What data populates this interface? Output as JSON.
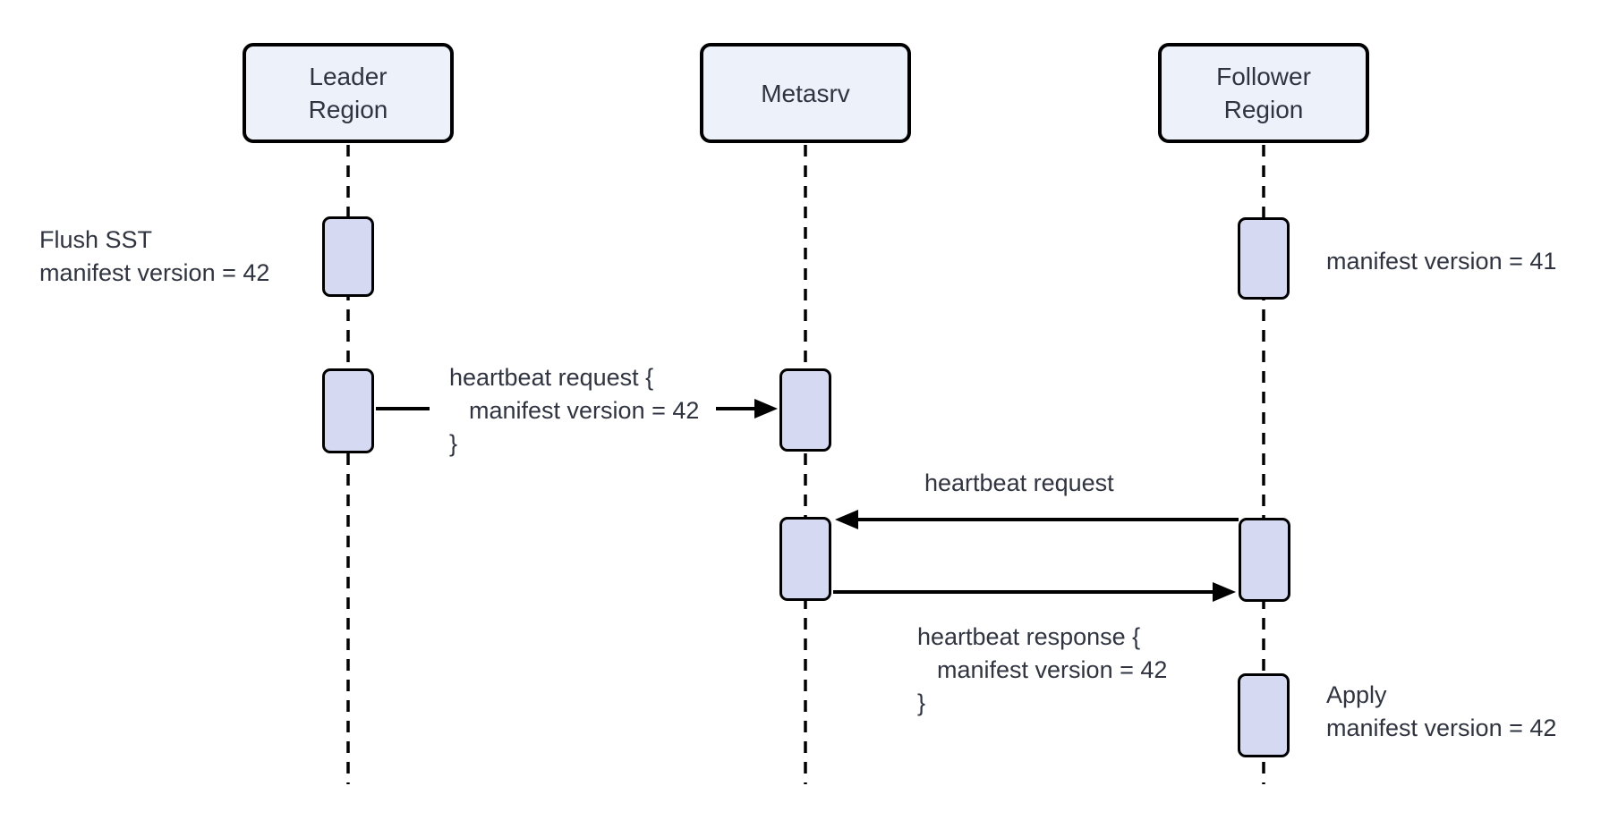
{
  "colors": {
    "background": "#ffffff",
    "participant_fill": "#edf1f9",
    "activation_fill": "#d5d9f2",
    "stroke": "#000000",
    "text": "#2f3440"
  },
  "participants": [
    {
      "id": "leader-region",
      "lines": [
        "Leader",
        "Region"
      ]
    },
    {
      "id": "metasrv",
      "lines": [
        "Metasrv"
      ]
    },
    {
      "id": "follower-region",
      "lines": [
        "Follower",
        "Region"
      ]
    }
  ],
  "annotations": {
    "flush": {
      "lines": [
        "Flush SST",
        "manifest version = 42"
      ]
    },
    "manifest41": {
      "text": "manifest version = 41"
    },
    "apply": {
      "lines": [
        "Apply",
        "manifest version = 42"
      ]
    }
  },
  "messages": {
    "heartbeat_request_leader": {
      "from": "Leader Region",
      "to": "Metasrv",
      "lines": [
        "heartbeat request {",
        "manifest version = 42",
        "}"
      ]
    },
    "heartbeat_request_follower": {
      "from": "Follower Region",
      "to": "Metasrv",
      "text": "heartbeat request"
    },
    "heartbeat_response": {
      "from": "Metasrv",
      "to": "Follower Region",
      "lines": [
        "heartbeat response {",
        "manifest version = 42",
        "}"
      ]
    }
  }
}
